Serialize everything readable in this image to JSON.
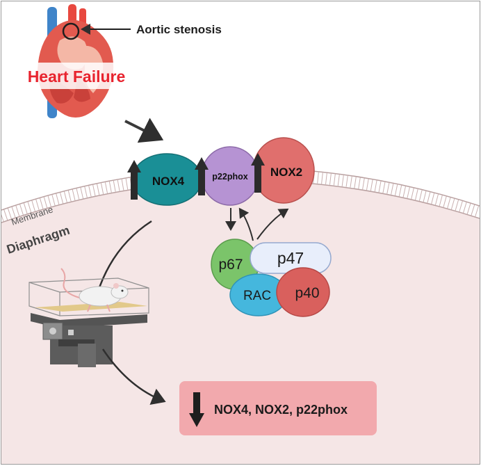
{
  "labels": {
    "aortic_stenosis": "Aortic stenosis",
    "heart_failure": "Heart Failure",
    "membrane": "Membrane",
    "diaphragm": "Diaphragm",
    "nox4": "NOX4",
    "p22phox": "p22phox",
    "nox2": "NOX2",
    "p67": "p67",
    "p47": "p47",
    "rac": "RAC",
    "p40": "p40",
    "result": "NOX4, NOX2, p22phox"
  },
  "colors": {
    "cell_fill": "#f5e6e6",
    "membrane": "#b9a0a0",
    "heart_failure_text": "#e8232e",
    "nox4": "#1a8f96",
    "p22phox": "#b693d3",
    "nox2": "#e06f6d",
    "p67": "#7bc46a",
    "p47": "#e8eefb",
    "rac": "#45b7dd",
    "p40": "#d9605d",
    "result_box": "#f2a9ad",
    "arrow": "#2f2f2f"
  },
  "icons": {
    "heart": "heart-illustration",
    "treadmill": "rat-treadmill-illustration",
    "up_arrow": "up-arrow-icon",
    "down_arrow": "down-arrow-icon"
  }
}
